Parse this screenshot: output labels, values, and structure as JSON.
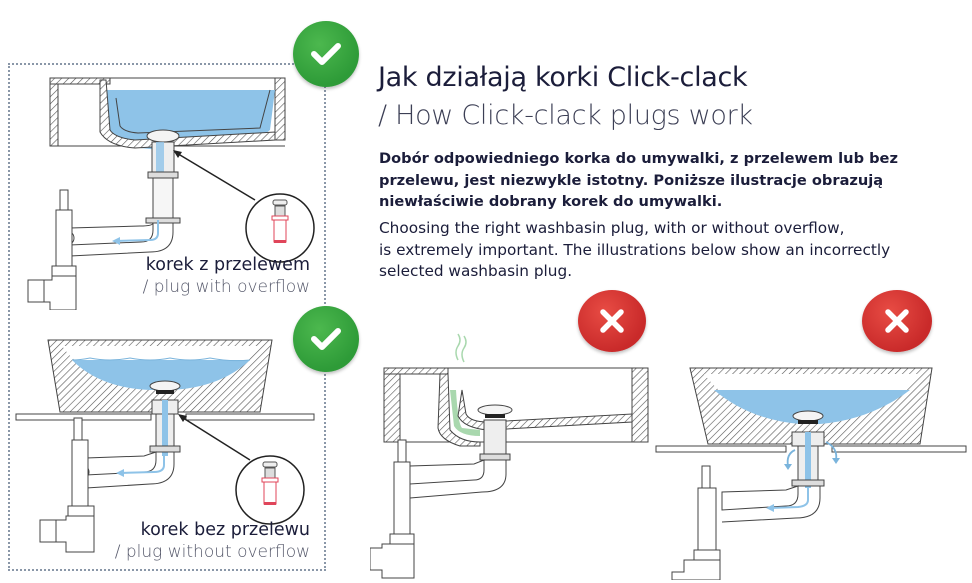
{
  "header": {
    "title": "Jak działają korki Click-clack",
    "subtitle": "/ How Click-clack plugs work"
  },
  "intro": {
    "polish_bold": "Dobór odpowiedniego korka do umywalki, z przelewem lub bez przelewu, jest niezwykle istotny. Poniższe ilustracje obrazują niewłaściwie dobrany korek do umywalki.",
    "english_lines": [
      "Choosing the right washbasin plug, with or without overflow,",
      "is extremely important. The illustrations below show an incorrectly",
      "selected washbasin plug."
    ]
  },
  "correct_examples": [
    {
      "badge": "checkmark-icon",
      "label_pl": "korek z przelewem",
      "label_en": "/ plug with overflow",
      "sink_type": "built-in basin with overflow channel",
      "water_color": "#8ec3e8"
    },
    {
      "badge": "checkmark-icon",
      "label_pl": "korek bez przelewu",
      "label_en": "/ plug without overflow",
      "sink_type": "countertop bowl without overflow",
      "water_color": "#8ec3e8"
    }
  ],
  "incorrect_examples": [
    {
      "badge": "cross-icon",
      "description": "basin with overflow fitted with plug without overflow — stagnant water and odor in overflow channel",
      "stagnant_color": "#a9d8ae"
    },
    {
      "badge": "cross-icon",
      "description": "bowl without overflow fitted with plug with overflow — water leaks out",
      "water_color": "#8ec3e8"
    }
  ],
  "colors": {
    "ok_green": "#3aa843",
    "bad_red": "#d63a33",
    "water_blue": "#8ec3e8",
    "plug_highlight_red": "#e0455a",
    "border_dots": "#8a97a8"
  }
}
